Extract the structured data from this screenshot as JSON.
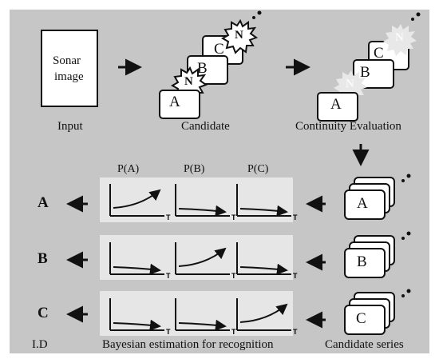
{
  "input": {
    "box_text_line1": "Sonar",
    "box_text_line2": "image",
    "caption": "Input"
  },
  "candidate": {
    "caption": "Candidate",
    "cards": [
      "A",
      "B",
      "C"
    ],
    "noise_label": "N"
  },
  "continuity": {
    "caption": "Continuity Evaluation",
    "cards": [
      "A",
      "B",
      "C"
    ],
    "noise_label": "N"
  },
  "candidate_series": {
    "caption": "Candidate series",
    "cards": [
      "A",
      "B",
      "C"
    ]
  },
  "recognition": {
    "caption": "Bayesian  estimation for recognition",
    "headers": [
      "P(A)",
      "P(B)",
      "P(C)"
    ],
    "axis_label": "T"
  },
  "ids": {
    "caption": "I.D",
    "labels": [
      "A",
      "B",
      "C"
    ]
  },
  "colors": {
    "background": "#c6c6c6",
    "panel": "#e6e6e6",
    "faded": "#e8e8e8",
    "ink": "#111111"
  }
}
